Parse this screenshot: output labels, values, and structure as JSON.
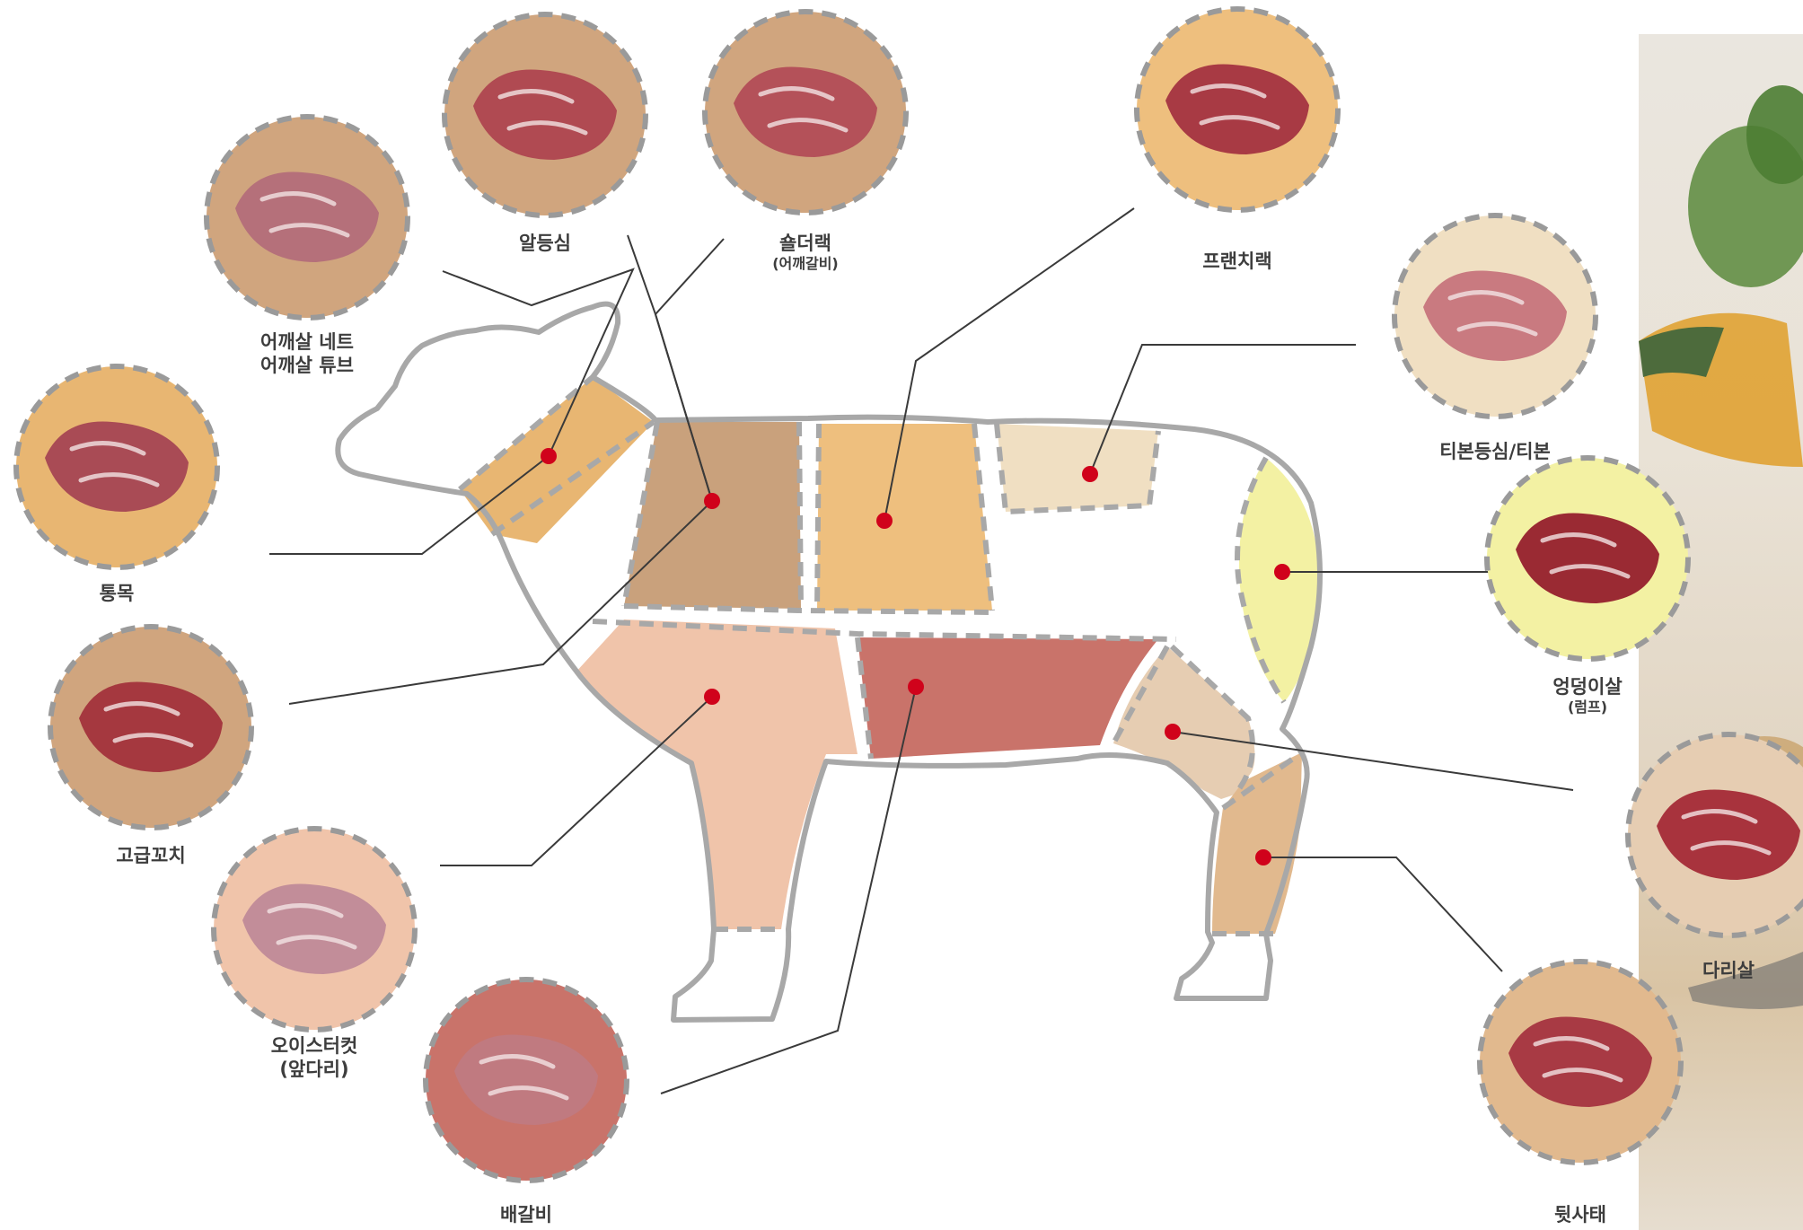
{
  "colors": {
    "outline": "#a8a8a8",
    "dot": "#d0021b",
    "leader": "#3a3a3a",
    "neck": "#e8b672",
    "shoulder": "#c9a17c",
    "rack": "#eebf7e",
    "loin": "#f0dfc2",
    "rump": "#f3f1a3",
    "foreleg": "#f0c4aa",
    "belly": "#c9736a",
    "leg": "#e6cdb2",
    "shank": "#e1b98e",
    "hoof": "#ffffff"
  },
  "cuts": [
    {
      "key": "shoulder-net",
      "name": "어깨살 네트",
      "name2": "어깨살 튜브",
      "sub": "",
      "circle": "#d0a57e",
      "meat": "#b5707a"
    },
    {
      "key": "eye-of-shoulder",
      "name": "알등심",
      "name2": "",
      "sub": "",
      "circle": "#d0a57e",
      "meat": "#b04a52"
    },
    {
      "key": "shoulder-rack",
      "name": "숄더랙",
      "name2": "",
      "sub": "(어깨갈비)",
      "circle": "#d0a57e",
      "meat": "#b45159"
    },
    {
      "key": "french-rack",
      "name": "프랜치랙",
      "name2": "",
      "sub": "",
      "circle": "#eebf7e",
      "meat": "#a83a44"
    },
    {
      "key": "t-bone",
      "name": "티본등심/티본",
      "name2": "",
      "sub": "",
      "circle": "#f0dfc2",
      "meat": "#c97a80"
    },
    {
      "key": "neck",
      "name": "통목",
      "name2": "",
      "sub": "",
      "circle": "#e8b672",
      "meat": "#a94b55"
    },
    {
      "key": "rump",
      "name": "엉덩이살",
      "name2": "",
      "sub": "(럼프)",
      "circle": "#f3f1a3",
      "meat": "#9a2a33"
    },
    {
      "key": "kebab",
      "name": "고급꼬치",
      "name2": "",
      "sub": "",
      "circle": "#d0a57e",
      "meat": "#a5383f"
    },
    {
      "key": "leg",
      "name": "다리살",
      "name2": "",
      "sub": "",
      "circle": "#e6cdb2",
      "meat": "#a8333d"
    },
    {
      "key": "oyster-cut",
      "name": "오이스터컷",
      "name2": "(앞다리)",
      "sub": "",
      "circle": "#f0c4aa",
      "meat": "#c28d99"
    },
    {
      "key": "breast-rib",
      "name": "배갈비",
      "name2": "",
      "sub": "",
      "circle": "#c9736a",
      "meat": "#c07a80"
    },
    {
      "key": "hind-shank",
      "name": "뒷사태",
      "name2": "",
      "sub": "",
      "circle": "#e1b98e",
      "meat": "#a83a44"
    }
  ]
}
